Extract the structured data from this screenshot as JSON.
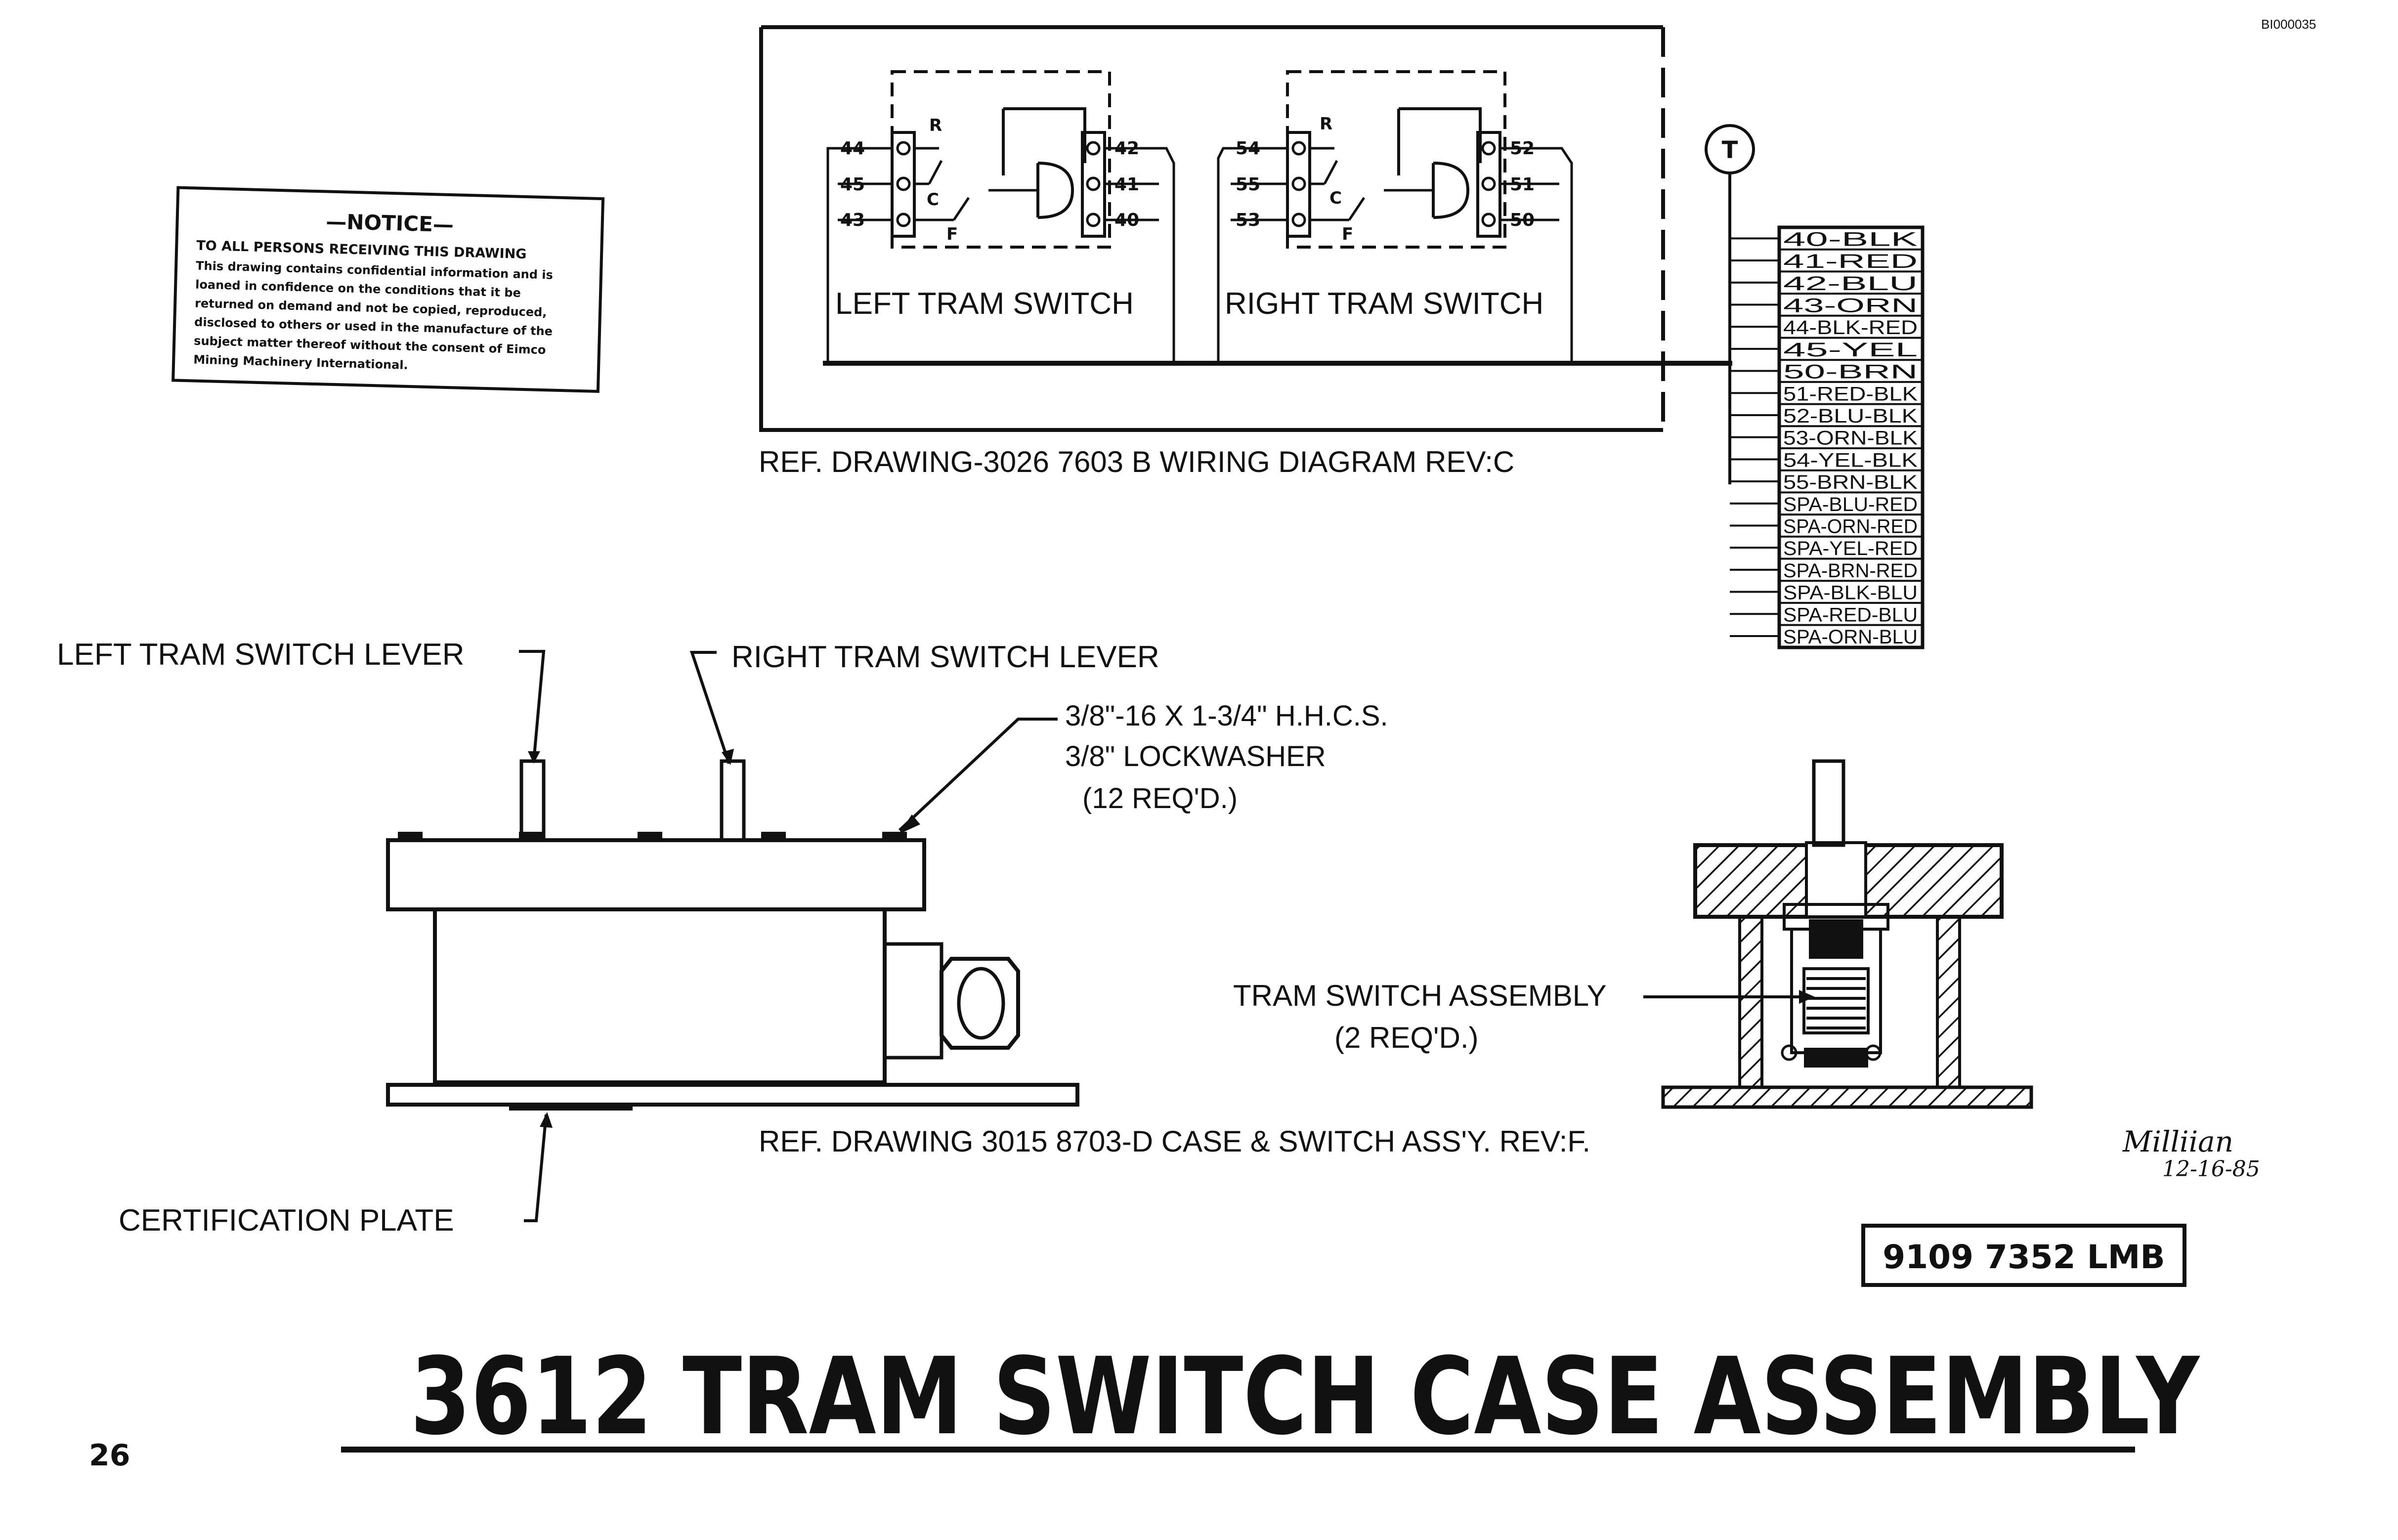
{
  "doc_id": "BI000035",
  "notice": {
    "title": "—NOTICE—",
    "lines": [
      "TO ALL PERSONS RECEIVING THIS DRAWING",
      "This drawing contains confidential information and is",
      "loaned in confidence on the conditions that it be",
      "returned on demand and not be copied, reproduced,",
      "disclosed to others or used in the manufacture of the",
      "subject matter thereof without the consent of Eimco",
      "Mining Machinery International."
    ]
  },
  "wiring": {
    "left_switch_label": "LEFT TRAM SWITCH",
    "right_switch_label": "RIGHT TRAM SWITCH",
    "left_terminals_in": [
      "44",
      "45",
      "43"
    ],
    "left_terminals_out": [
      "42",
      "41",
      "40"
    ],
    "right_terminals_in": [
      "54",
      "55",
      "53"
    ],
    "right_terminals_out": [
      "52",
      "51",
      "50"
    ],
    "contact_labels": [
      "R",
      "C",
      "F"
    ],
    "terminal_marker": "T",
    "ref": "REF. DRAWING-3026 7603 B WIRING DIAGRAM REV:C",
    "wire_codes": [
      "40-BLK",
      "41-RED",
      "42-BLU",
      "43-ORN",
      "44-BLK-RED",
      "45-YEL",
      "50-BRN",
      "51-RED-BLK",
      "52-BLU-BLK",
      "53-ORN-BLK",
      "54-YEL-BLK",
      "55-BRN-BLK",
      "SPA-BLU-RED",
      "SPA-ORN-RED",
      "SPA-YEL-RED",
      "SPA-BRN-RED",
      "SPA-BLK-BLU",
      "SPA-RED-BLU",
      "SPA-ORN-BLU"
    ]
  },
  "assembly": {
    "left_lever_label": "LEFT TRAM SWITCH LEVER",
    "right_lever_label": "RIGHT TRAM SWITCH LEVER",
    "bolt_lines": [
      "3/8\"-16 X 1-3/4\" H.H.C.S.",
      "3/8\" LOCKWASHER",
      "(12 REQ'D.)"
    ],
    "cert_plate_label": "CERTIFICATION PLATE",
    "switch_assy_lines": [
      "TRAM SWITCH ASSEMBLY",
      "(2 REQ'D.)"
    ],
    "ref": "REF. DRAWING 3015 8703-D CASE & SWITCH ASS'Y. REV:F."
  },
  "signature": {
    "name": "Milliian",
    "date": "12-16-85"
  },
  "part_number": "9109 7352 LMB",
  "title": "3612 TRAM SWITCH CASE ASSEMBLY",
  "page_number": "26"
}
